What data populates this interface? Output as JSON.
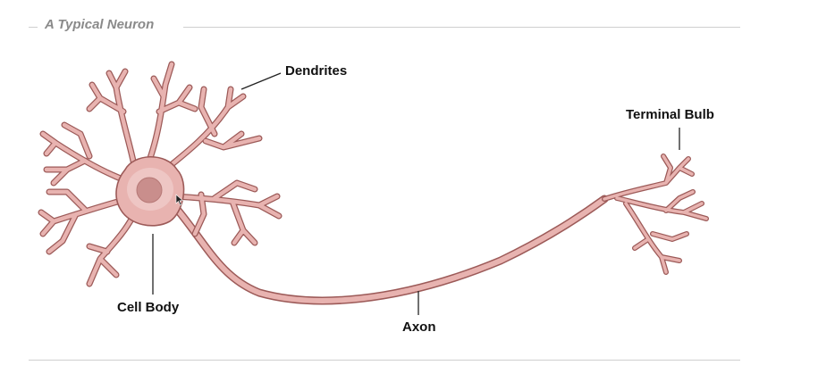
{
  "diagram": {
    "title": "A Typical Neuron",
    "labels": {
      "dendrites": "Dendrites",
      "terminal_bulb": "Terminal Bulb",
      "cell_body": "Cell Body",
      "axon": "Axon"
    }
  },
  "colors": {
    "neuron_fill": "#e8b3b0",
    "neuron_edge": "#9c5a58",
    "nucleus": "#c98e8c",
    "soma_glow": "#f1cfcd",
    "frame_rule": "#cfcfcf",
    "title_text": "#8a8a8a",
    "label_text": "#111111"
  }
}
